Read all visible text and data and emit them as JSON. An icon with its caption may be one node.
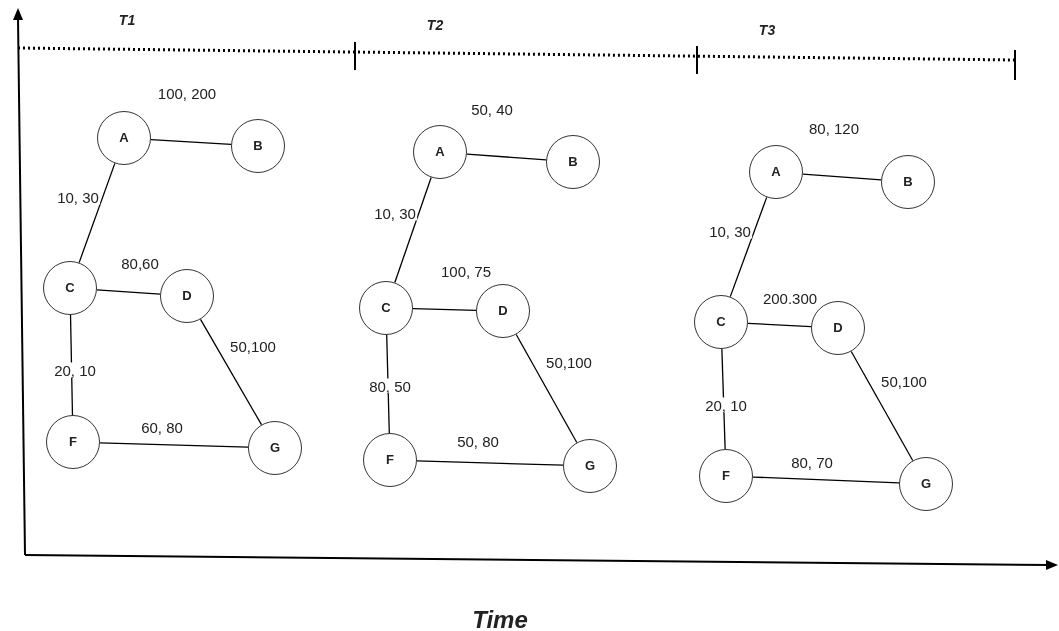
{
  "diagram": {
    "nodes": [
      {
        "text": [
          "A"
        ]
      },
      {
        "text": [
          "B"
        ]
      },
      {
        "text": [
          "C"
        ]
      },
      {
        "text": [
          "D"
        ]
      },
      {
        "text": [
          "F"
        ]
      },
      {
        "text": [
          "G"
        ]
      },
      {
        "text": [
          "A"
        ]
      },
      {
        "text": [
          "B"
        ]
      },
      {
        "text": [
          "C"
        ]
      },
      {
        "text": [
          "D"
        ]
      },
      {
        "text": [
          "F"
        ]
      },
      {
        "text": [
          "G"
        ]
      },
      {
        "text": [
          "A"
        ]
      },
      {
        "text": [
          "B"
        ]
      },
      {
        "text": [
          "C"
        ]
      },
      {
        "text": [
          "D"
        ]
      },
      {
        "text": [
          "F"
        ]
      },
      {
        "text": [
          "G"
        ]
      }
    ],
    "edges": [
      {
        "from": 0,
        "to": 1,
        "arrow": "none",
        "label": "100, 200"
      },
      {
        "from": 0,
        "to": 2,
        "arrow": "none",
        "label": "10, 30"
      },
      {
        "from": 2,
        "to": 3,
        "arrow": "none",
        "label": "80,60"
      },
      {
        "from": 3,
        "to": 5,
        "arrow": "none",
        "label": "50,100"
      },
      {
        "from": 2,
        "to": 4,
        "arrow": "none",
        "label": "20, 10"
      },
      {
        "from": 4,
        "to": 5,
        "arrow": "none",
        "label": "60, 80"
      },
      {
        "from": 6,
        "to": 7,
        "arrow": "none",
        "label": "50, 40"
      },
      {
        "from": 6,
        "to": 8,
        "arrow": "none",
        "label": "10, 30"
      },
      {
        "from": 8,
        "to": 9,
        "arrow": "none",
        "label": "100, 75"
      },
      {
        "from": 9,
        "to": 11,
        "arrow": "none",
        "label": "50,100"
      },
      {
        "from": 8,
        "to": 10,
        "arrow": "none",
        "label": "80, 50"
      },
      {
        "from": 10,
        "to": 11,
        "arrow": "none",
        "label": "50, 80"
      },
      {
        "from": 12,
        "to": 13,
        "arrow": "none",
        "label": "80, 120"
      },
      {
        "from": 12,
        "to": 14,
        "arrow": "none",
        "label": "10, 30"
      },
      {
        "from": 14,
        "to": 15,
        "arrow": "none",
        "label": "200.300"
      },
      {
        "from": 15,
        "to": 17,
        "arrow": "none",
        "label": "50,100"
      },
      {
        "from": 14,
        "to": 16,
        "arrow": "none",
        "label": "20, 10"
      },
      {
        "from": 16,
        "to": 17,
        "arrow": "none",
        "label": "80, 70"
      }
    ],
    "labels": [
      "T1",
      "T2",
      "T3",
      "Time"
    ]
  }
}
